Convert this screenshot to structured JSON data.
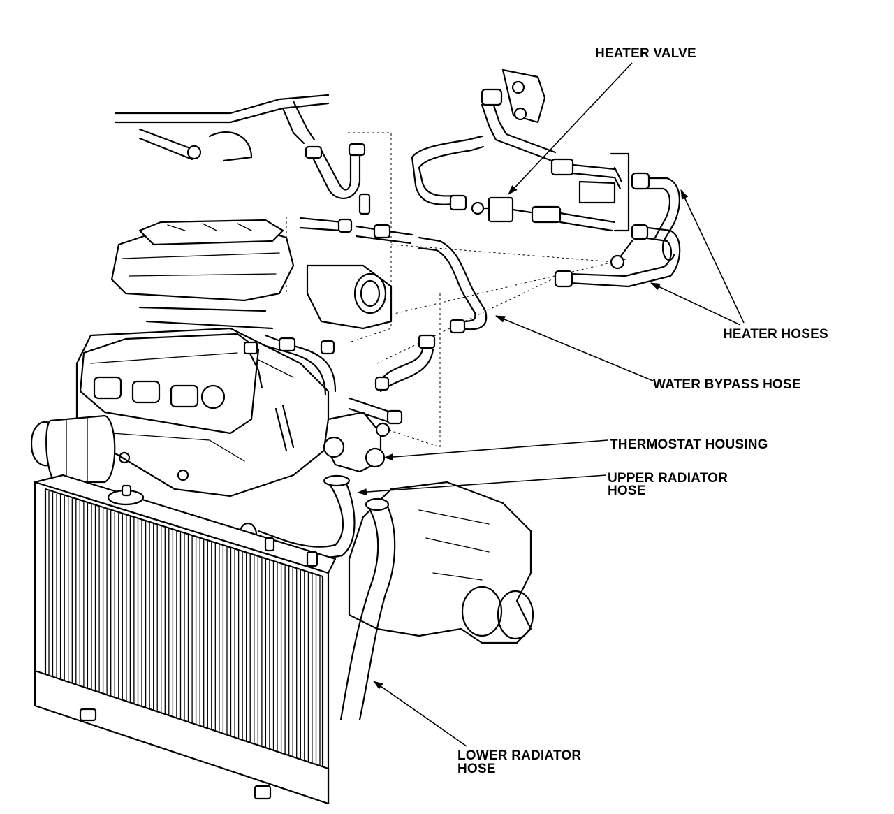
{
  "labels": {
    "heater_valve": "HEATER VALVE",
    "heater_hoses": "HEATER HOSES",
    "water_bypass_hose": "WATER BYPASS HOSE",
    "thermostat_housing": "THERMOSTAT HOUSING",
    "upper_radiator_hose_line1": "UPPER RADIATOR",
    "upper_radiator_hose_line2": "HOSE",
    "lower_radiator_hose_line1": "LOWER RADIATOR",
    "lower_radiator_hose_line2": "HOSE"
  }
}
